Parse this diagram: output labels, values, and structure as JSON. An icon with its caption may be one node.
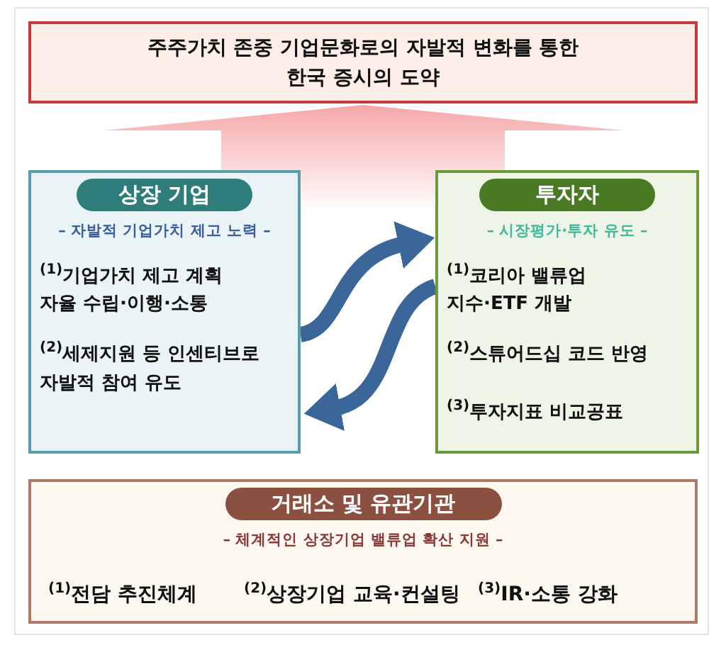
{
  "diagram": {
    "nodes": [
      {
        "text": [
          "주주가치 존중 기업문화로의 **자발적 변화**를 통한 **한국 증시의 도약**"
        ]
      },
      {
        "text": [
          "상장 기업",
          "– 자발적 기업가치 제고 노력 –",
          "$^{(1)}$기업가치 제고 계획 자율 수립·이행·소통",
          "$^{(2)}$세제지원 등 인센티브로 자발적 참여 유도"
        ]
      },
      {
        "text": [
          "투자자",
          "– 시장평가·투자 유도 –",
          "$^{(1)}$코리아 밸류업 지수·ETF 개발",
          "$^{(2)}$스튜어드십 코드 반영",
          "$^{(3)}$투자지표 비교공표"
        ]
      },
      {
        "text": [
          "거래소 및 유관기관",
          "– 체계적인 상장기업 밸류업 확산 지원 –",
          "$^{(1)}$전담 추진체계",
          "$^{(2)}$상장기업 교육·컨설팅",
          "$^{(3)}$IR·소통 강화"
        ]
      }
    ],
    "edges": [
      {
        "from": 1,
        "to": 2,
        "arrow": "to"
      },
      {
        "from": 2,
        "to": 1,
        "arrow": "to"
      },
      {
        "from": null,
        "to": 0,
        "arrow": "to",
        "style": "thick",
        "color": "#f6a8ab"
      }
    ]
  }
}
